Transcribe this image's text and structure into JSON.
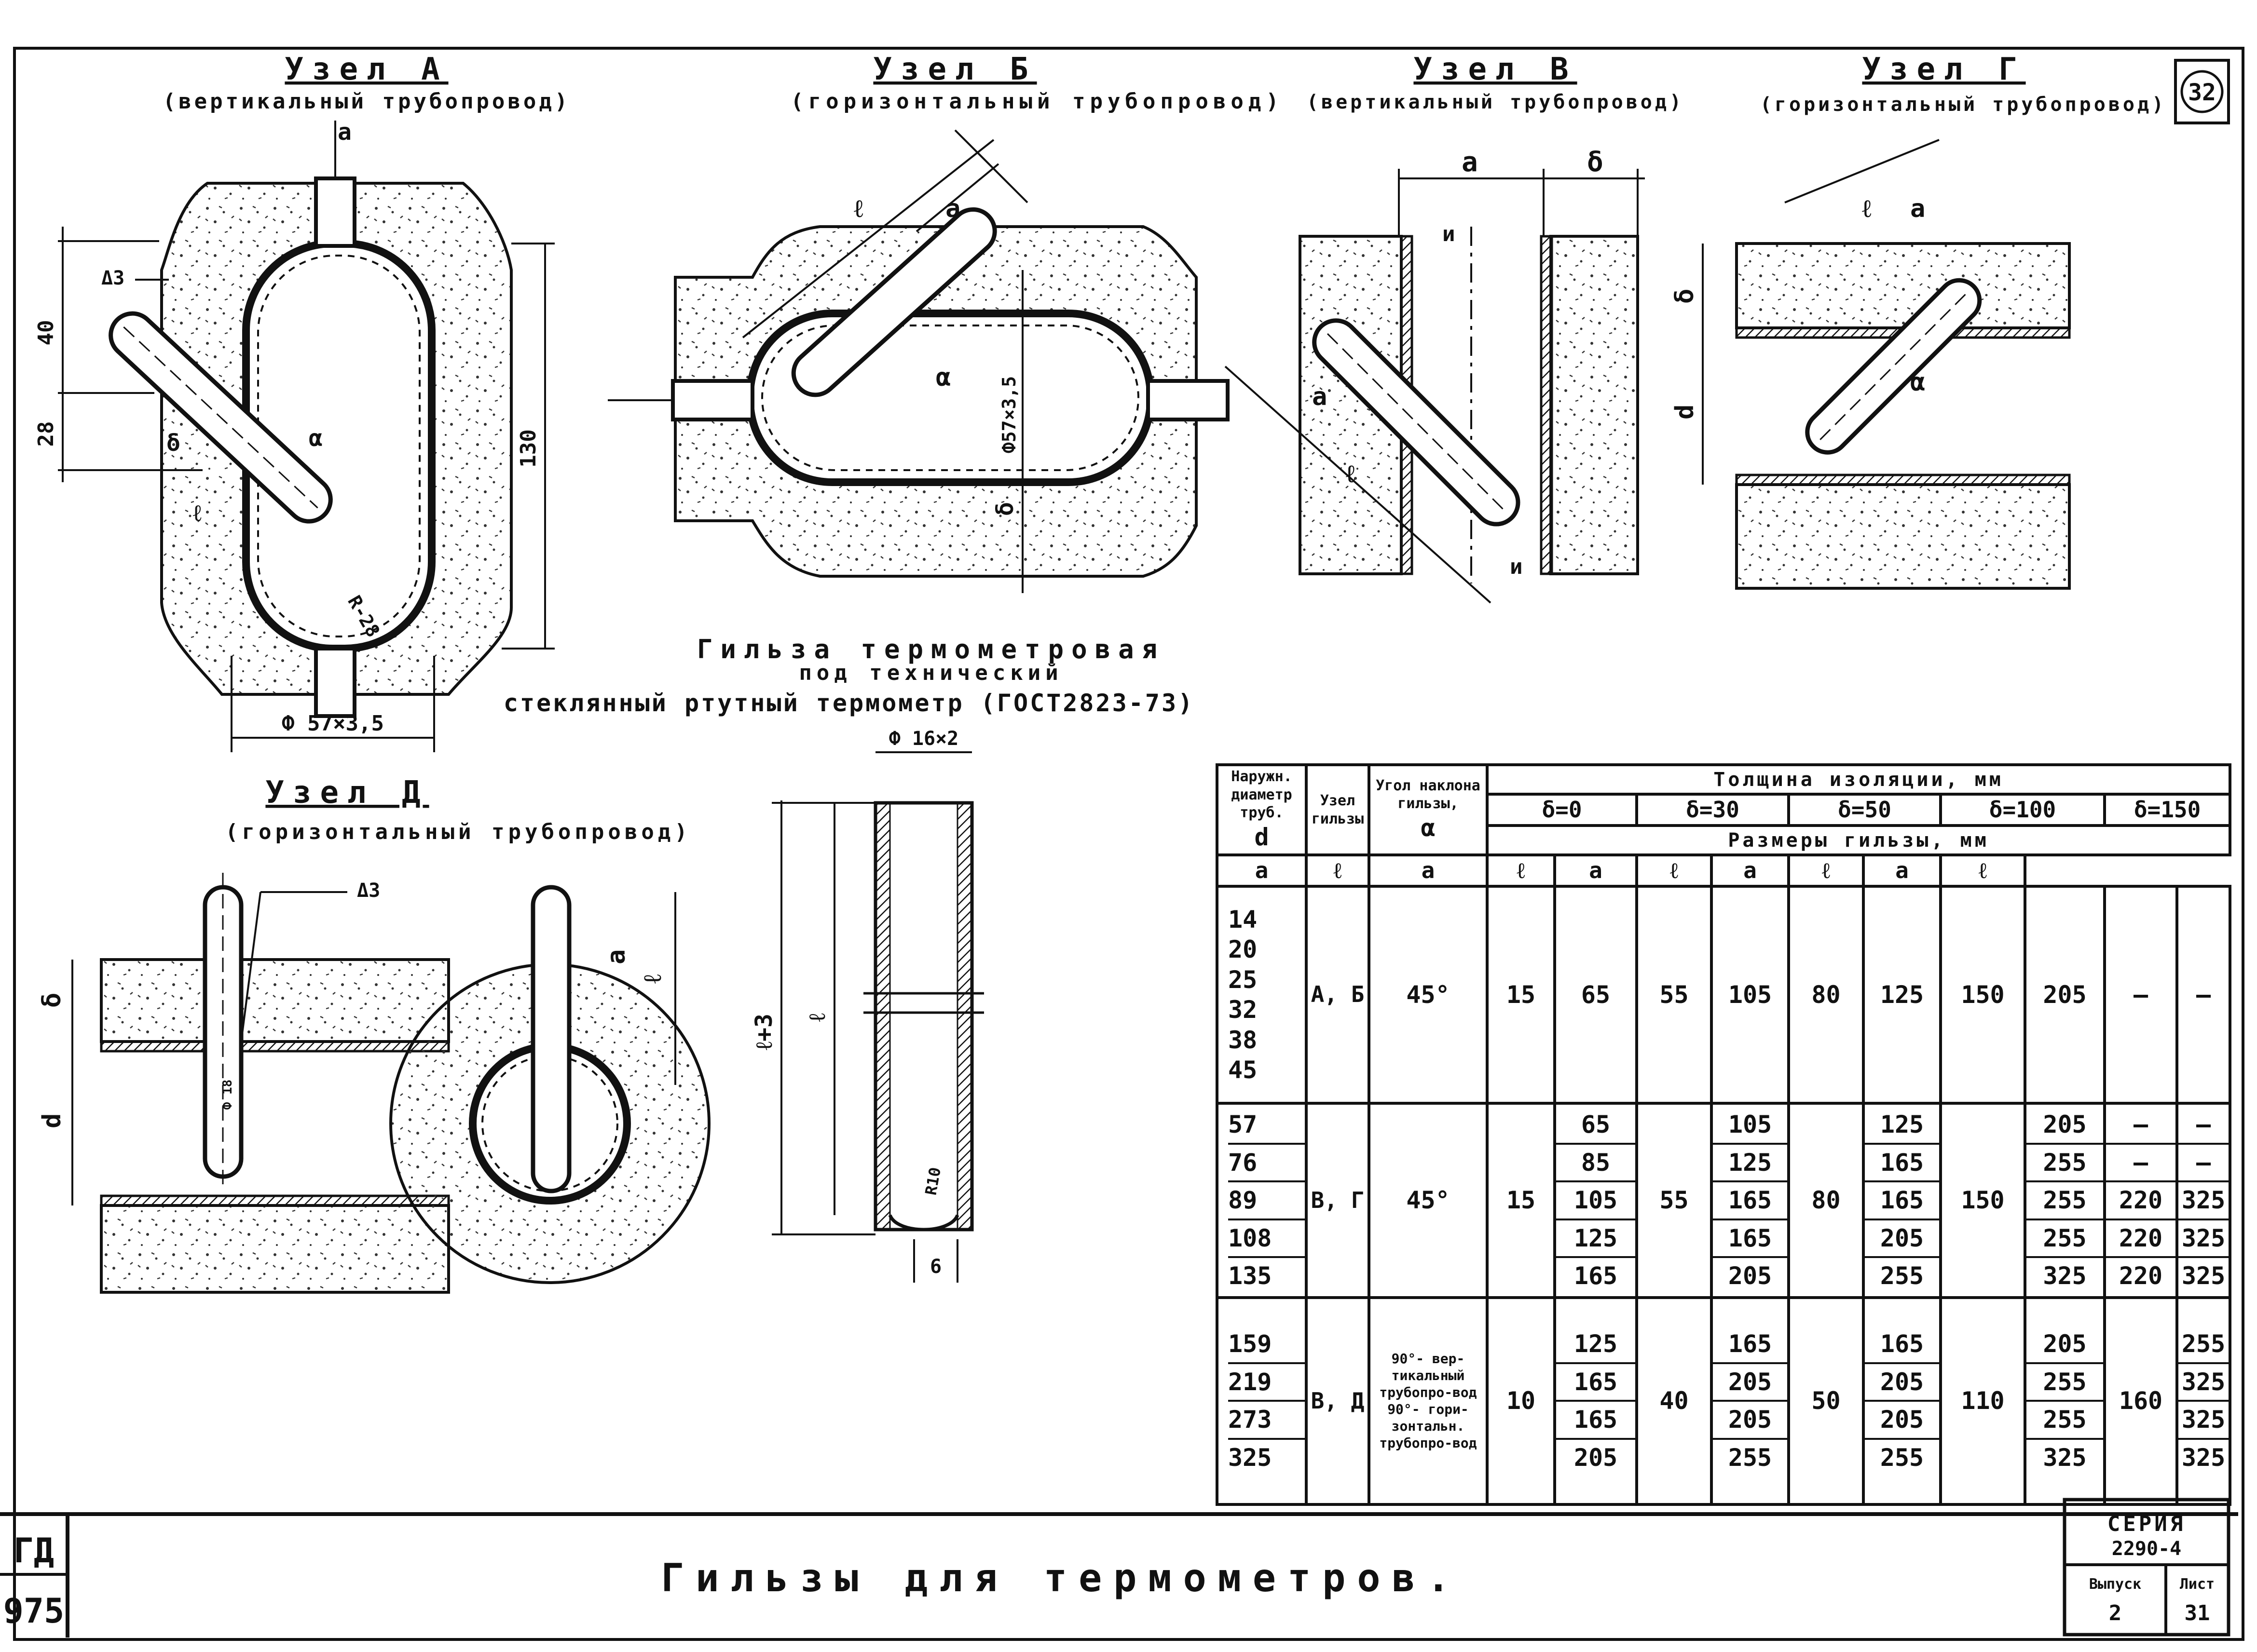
{
  "sheet": {
    "number": "32",
    "title": "Гильзы для термометров.",
    "left_code": "ГД",
    "left_number": "975",
    "series_label": "СЕРИЯ",
    "series_value": "2290-4",
    "issue_label": "Выпуск",
    "issue_value": "2",
    "page_label": "Лист",
    "page_value": "31"
  },
  "nodes": {
    "a": {
      "title": "Узел А",
      "subtitle": "(вертикальный трубопровод)"
    },
    "b": {
      "title": "Узел Б",
      "subtitle": "(горизонтальный трубопровод)"
    },
    "v": {
      "title": "Узел В",
      "subtitle": "(вертикальный трубопровод)"
    },
    "g": {
      "title": "Узел Г",
      "subtitle": "(горизонтальный трубопровод)"
    },
    "d": {
      "title": "Узел Д",
      "subtitle": "(горизонтальный трубопровод)"
    }
  },
  "sleeve": {
    "caption_1": "Гильза термометровая",
    "caption_2": "под технический",
    "caption_3": "стеклянный ртутный термометр (ГОСТ2823-73)",
    "dim_phi": "Ф 16×2",
    "dim_l3": "ℓ+3",
    "dim_l": "ℓ",
    "dim_r": "R10",
    "dim_6": "6"
  },
  "dims": {
    "a_40": "40",
    "a_28": "28",
    "a_130": "130",
    "a_r": "R-28",
    "a_pipe": "Ф 57×3,5",
    "a_weld": "Δ3",
    "b_pipe": "Ф57×3,5",
    "d_weld": "Δ3",
    "d_phi": "Ф 18",
    "sym_a": "a",
    "sym_l": "ℓ",
    "sym_delta": "δ",
    "sym_d": "d",
    "sym_alpha": "α",
    "sym_i": "и"
  },
  "table": {
    "h_outer": "Наружн. диаметр труб.",
    "h_outer_sym": "d",
    "h_node": "Узел гильзы",
    "h_angle": "Угол наклона гильзы,",
    "h_angle_sym": "α",
    "h_thickness": "Толщина изоляции, мм",
    "h_sizes": "Размеры гильзы, мм",
    "deltas": [
      "δ=0",
      "δ=30",
      "δ=50",
      "δ=100",
      "δ=150"
    ],
    "sub": [
      "a",
      "ℓ",
      "a",
      "ℓ",
      "a",
      "ℓ",
      "a",
      "ℓ",
      "a",
      "ℓ"
    ],
    "group1": {
      "diameters": [
        "14",
        "20",
        "25",
        "32",
        "38",
        "45"
      ],
      "node": "А, Б",
      "angle": "45°",
      "values": [
        "15",
        "65",
        "55",
        "105",
        "80",
        "125",
        "150",
        "205",
        "–",
        "–"
      ]
    },
    "group2": {
      "diameters": [
        "57",
        "76",
        "89",
        "108",
        "135"
      ],
      "node": "В, Г",
      "angle": "45°",
      "a0": "15",
      "a30": "55",
      "a50": "80",
      "a100": "150",
      "l0": [
        "65",
        "85",
        "105",
        "125",
        "165"
      ],
      "l30": [
        "105",
        "125",
        "165",
        "165",
        "205"
      ],
      "l50": [
        "125",
        "165",
        "165",
        "205",
        "255"
      ],
      "l100": [
        "205",
        "255",
        "255",
        "255",
        "325"
      ],
      "a150": [
        "—",
        "—",
        "220",
        "220",
        "220"
      ],
      "l150": [
        "—",
        "—",
        "325",
        "325",
        "325"
      ]
    },
    "group3": {
      "diameters": [
        "159",
        "219",
        "273",
        "325"
      ],
      "node": "В, Д",
      "angle": "90°- вер-тикальный трубопро-вод 90°- гори-зонтальн. трубопро-вод",
      "a0": "10",
      "a30": "40",
      "a50": "50",
      "a100": "110",
      "a150": "160",
      "l0": [
        "125",
        "165",
        "165",
        "205"
      ],
      "l30": [
        "165",
        "205",
        "205",
        "255"
      ],
      "l50": [
        "165",
        "205",
        "205",
        "255"
      ],
      "l100": [
        "205",
        "255",
        "255",
        "325"
      ],
      "l150": [
        "255",
        "325",
        "325",
        "325"
      ]
    }
  }
}
